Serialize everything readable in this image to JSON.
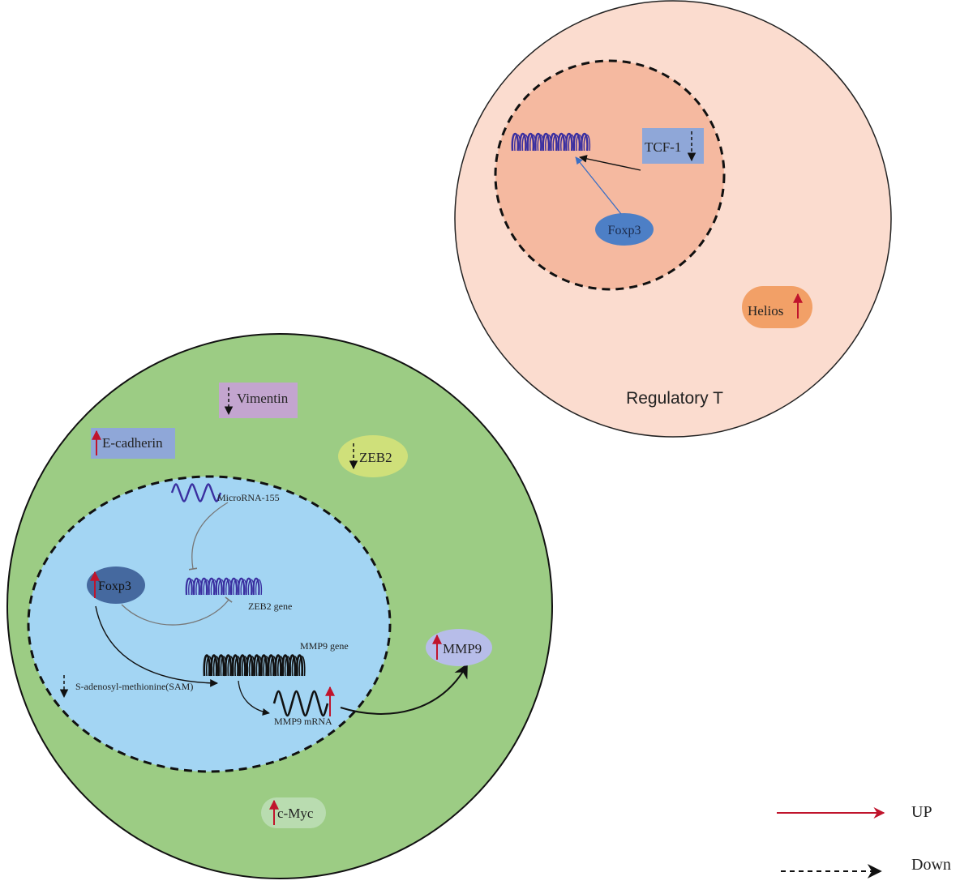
{
  "colors": {
    "treg_cell": "#fbdccf",
    "treg_nucleus": "#f5b9a0",
    "tumor_cell": "#9ccc84",
    "tumor_nucleus": "#a3d5f3",
    "up_arrow": "#c0142c",
    "gene_coil": "#3a2fa0",
    "foxp3_treg": "#4d7fc6",
    "foxp3_tumor": "#45699f",
    "tcf1_box": "#8fa7d8",
    "helios": "#f2a067",
    "ecadherin_box": "#8fa7d8",
    "vimentin_box": "#c3a5cf",
    "zeb2_oval": "#cfe07a",
    "mmp9_oval": "#b7bde9",
    "cmyc_oval": "#b9dcb0"
  },
  "treg": {
    "cell_label": "Regulatory T",
    "tcf1": "TCF-1",
    "foxp3": "Foxp3",
    "helios": "Helios"
  },
  "tumor": {
    "vimentin": "Vimentin",
    "ecadherin": "E-cadherin",
    "zeb2": "ZEB2",
    "microrna": "MicroRNA-155",
    "foxp3": "Foxp3",
    "zeb2_gene": "ZEB2 gene",
    "mmp9_gene": "MMP9 gene",
    "sam": "S-adenosyl-methionine(SAM)",
    "mmp9_mrna": "MMP9 mRNA",
    "mmp9": "MMP9",
    "cmyc": "c-Myc"
  },
  "legend": {
    "up": "UP",
    "down": "Down"
  }
}
